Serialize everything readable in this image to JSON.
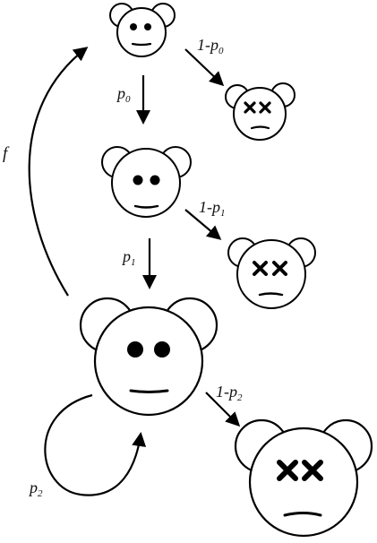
{
  "labels": {
    "p0": {
      "main": "p",
      "sub": "0"
    },
    "p1": {
      "main": "p",
      "sub": "1"
    },
    "p2": {
      "main": "p",
      "sub": "2"
    },
    "one_minus_p0": {
      "main": "1-p",
      "sub": "0"
    },
    "one_minus_p1": {
      "main": "1-p",
      "sub": "1"
    },
    "one_minus_p2": {
      "main": "1-p",
      "sub": "2"
    },
    "f": "f"
  },
  "stages": [
    {
      "name": "stage-0",
      "status": "alive"
    },
    {
      "name": "stage-0-dead",
      "status": "dead"
    },
    {
      "name": "stage-1",
      "status": "alive"
    },
    {
      "name": "stage-1-dead",
      "status": "dead"
    },
    {
      "name": "stage-2",
      "status": "alive"
    },
    {
      "name": "stage-2-dead",
      "status": "dead"
    }
  ],
  "colors": {
    "stroke": "#000000",
    "fill": "#ffffff"
  }
}
